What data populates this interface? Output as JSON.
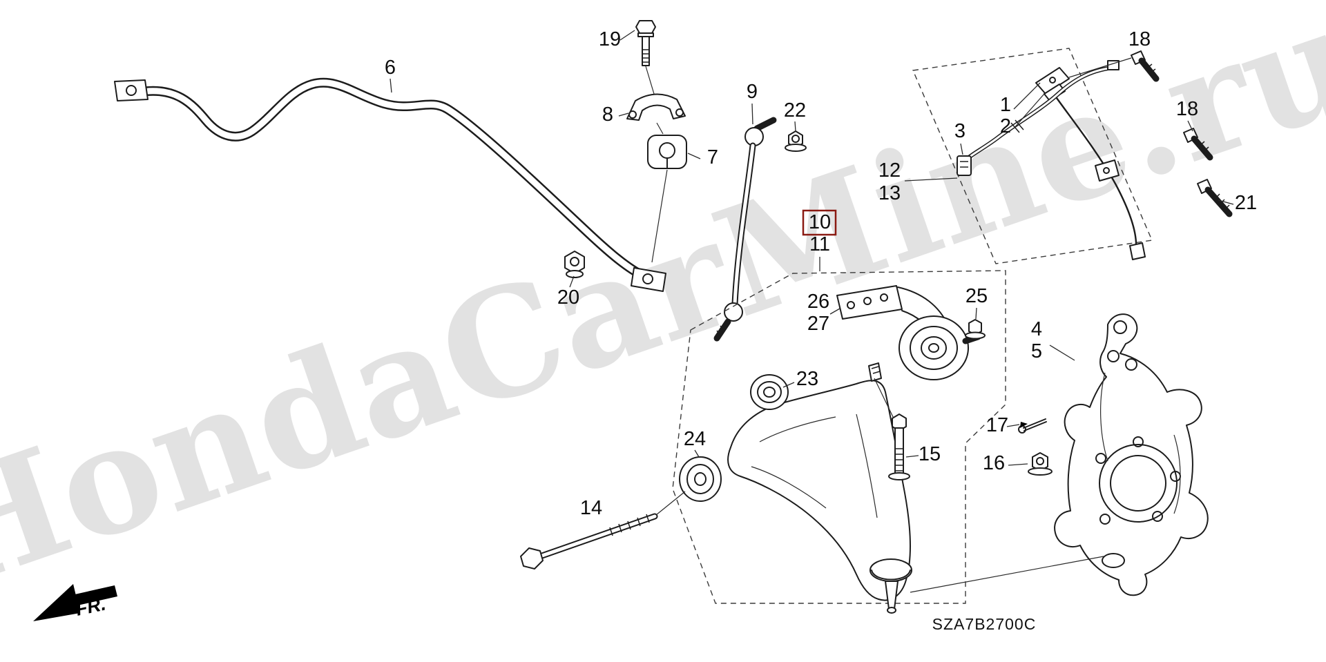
{
  "watermark": "HondaCarMine.ru",
  "diagram_code": "SZA7B2700C",
  "direction_label": "FR.",
  "highlight_color": "#8a1a12",
  "part_labels": {
    "1": "1",
    "2": "2",
    "3": "3",
    "4": "4",
    "5": "5",
    "6": "6",
    "7": "7",
    "8": "8",
    "9": "9",
    "10": "10",
    "11": "11",
    "12": "12",
    "13": "13",
    "14": "14",
    "15": "15",
    "16": "16",
    "17": "17",
    "18": "18",
    "19": "19",
    "20": "20",
    "21": "21",
    "22": "22",
    "23": "23",
    "24": "24",
    "25": "25",
    "26": "26",
    "27": "27"
  }
}
